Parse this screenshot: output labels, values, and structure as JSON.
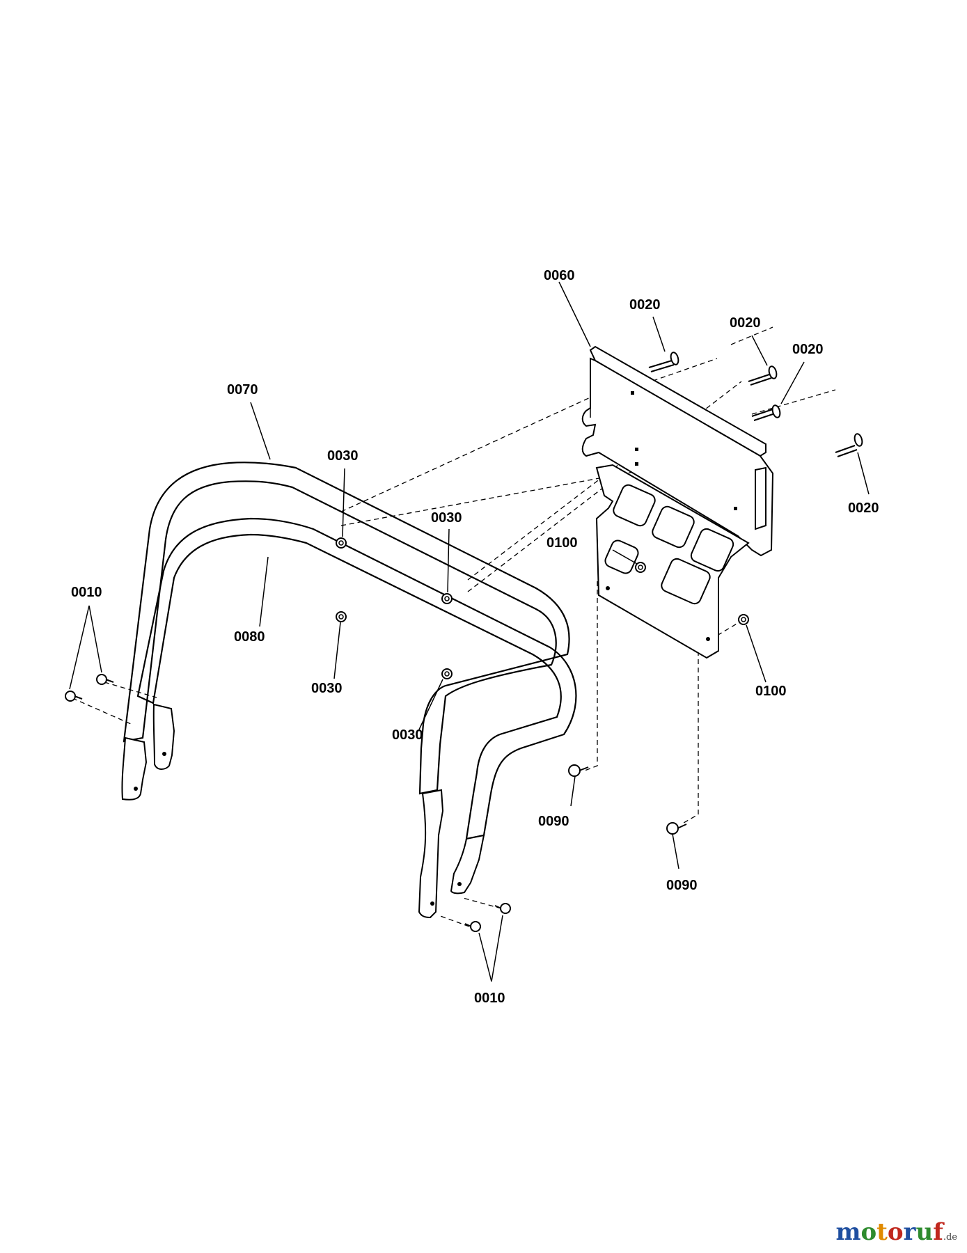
{
  "diagram": {
    "labels": {
      "p0060": "0060",
      "p0020a": "0020",
      "p0020b": "0020",
      "p0020c": "0020",
      "p0020d": "0020",
      "p0070": "0070",
      "p0030a": "0030",
      "p0030b": "0030",
      "p0030c": "0030",
      "p0030d": "0030",
      "p0100a": "0100",
      "p0100b": "0100",
      "p0010a": "0010",
      "p0010b": "0010",
      "p0080": "0080",
      "p0090a": "0090",
      "p0090b": "0090"
    }
  },
  "watermark": {
    "text": "motoruf",
    "suffix": ".de",
    "colors": [
      "#1f4fa0",
      "#2e8b2e",
      "#e08a00",
      "#c0281e",
      "#1f4fa0",
      "#2e8b2e",
      "#c0281e"
    ]
  }
}
